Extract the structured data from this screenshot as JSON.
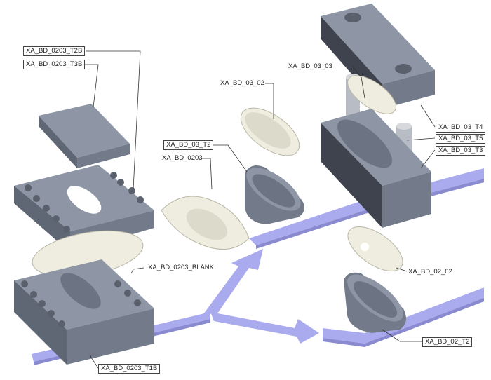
{
  "colors": {
    "steel_top": "#8e96a6",
    "steel_side": "#5f6674",
    "steel_front": "#737b8a",
    "steel_dark": "#3e434d",
    "part_cream": "#eeeddf",
    "part_edge": "#b8b7a6",
    "flow_arrow": "#aaaaee",
    "flow_arrow_side": "#8a8ad0",
    "leader": "#333333"
  },
  "labels": {
    "t2b": "XA_BD_0203_T2B",
    "t3b": "XA_BD_0203_T3B",
    "blank": "XA_BD_0203_BLANK",
    "t1b": "XA_BD_0203_T1B",
    "bd0203": "XA_BD_0203",
    "bd03t2": "XA_BD_03_T2",
    "bd0302": "XA_BD_03_02",
    "bd0303": "XA_BD_03_03",
    "bd03t4": "XA_BD_03_T4",
    "bd03t5": "XA_BD_03_T5",
    "bd03t3": "XA_BD_03_T3",
    "bd0202": "XA_BD_02_02",
    "bd02t2": "XA_BD_02_T2"
  }
}
